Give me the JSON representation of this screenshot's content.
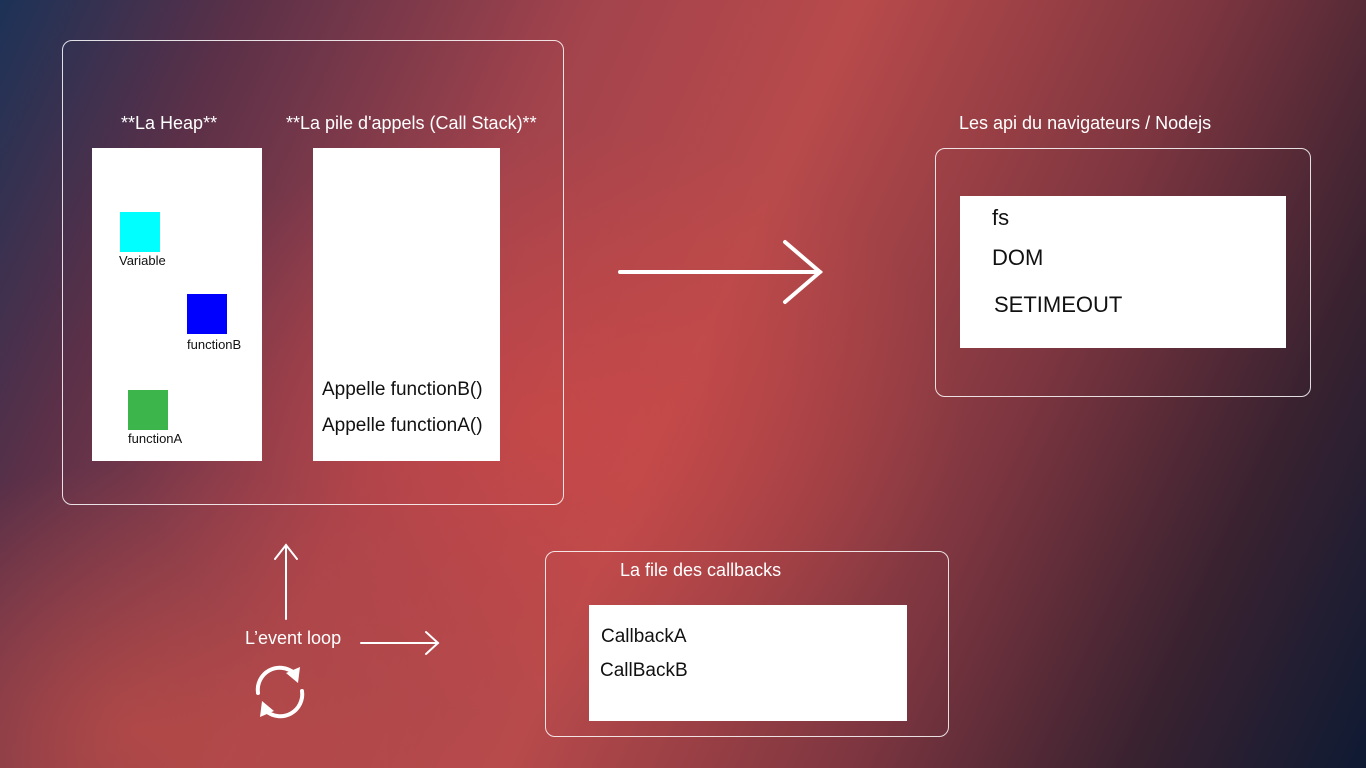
{
  "heap": {
    "title": "**La Heap**",
    "items": [
      {
        "label": "Variable",
        "color": "#00ffff"
      },
      {
        "label": "functionB",
        "color": "#0000ff"
      },
      {
        "label": "functionA",
        "color": "#3cb54a"
      }
    ]
  },
  "callstack": {
    "title": "**La pile d'appels (Call Stack)**",
    "entries": [
      "Appelle functionB()",
      "Appelle functionA()"
    ]
  },
  "apis": {
    "title": "Les api  du navigateurs / Nodejs",
    "items": [
      "fs",
      "DOM",
      "SETIMEOUT"
    ]
  },
  "callback_queue": {
    "title": "La file des callbacks",
    "items": [
      "CallbackA",
      "CallBackB"
    ]
  },
  "event_loop": {
    "label": "L’event loop",
    "icon": "refresh-cycle-icon"
  }
}
